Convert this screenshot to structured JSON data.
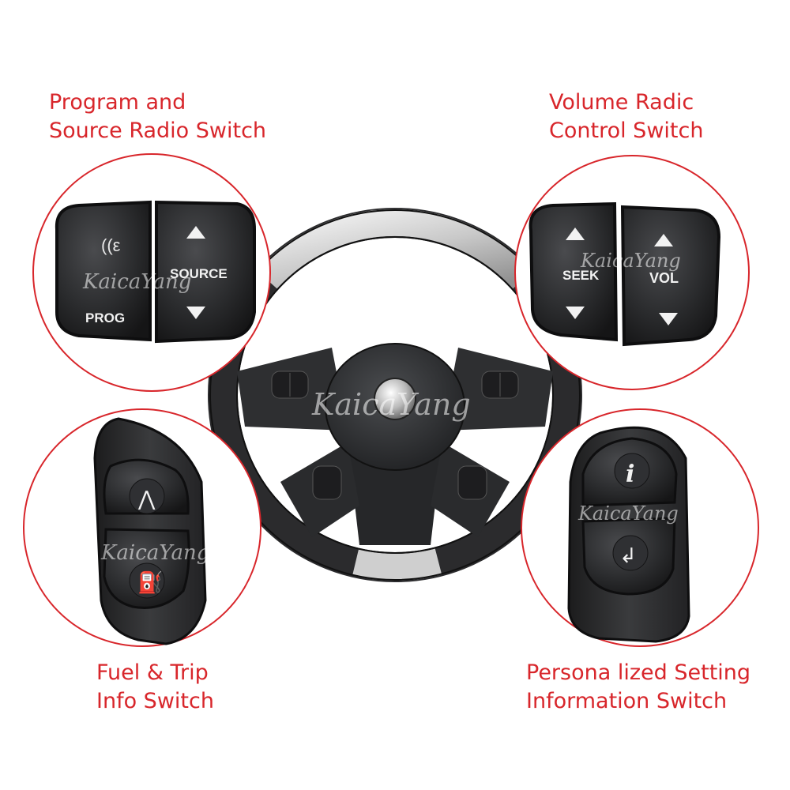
{
  "captions": {
    "top_left": [
      "Program and",
      "Source Radio Switch"
    ],
    "top_right": [
      "Volume Radic",
      "Control Switch"
    ],
    "bottom_left": [
      "Fuel & Trip",
      "Info Switch"
    ],
    "bottom_right": [
      "Persona lized Setting",
      "Information Switch"
    ]
  },
  "buttons": {
    "prog": "PROG",
    "source": "SOURCE",
    "seek": "SEEK",
    "vol": "VOL"
  },
  "watermark": "KaicaYang",
  "colors": {
    "caption": "#d8262b",
    "ring": "#d8262b",
    "button_body": "#2a2b2d"
  }
}
